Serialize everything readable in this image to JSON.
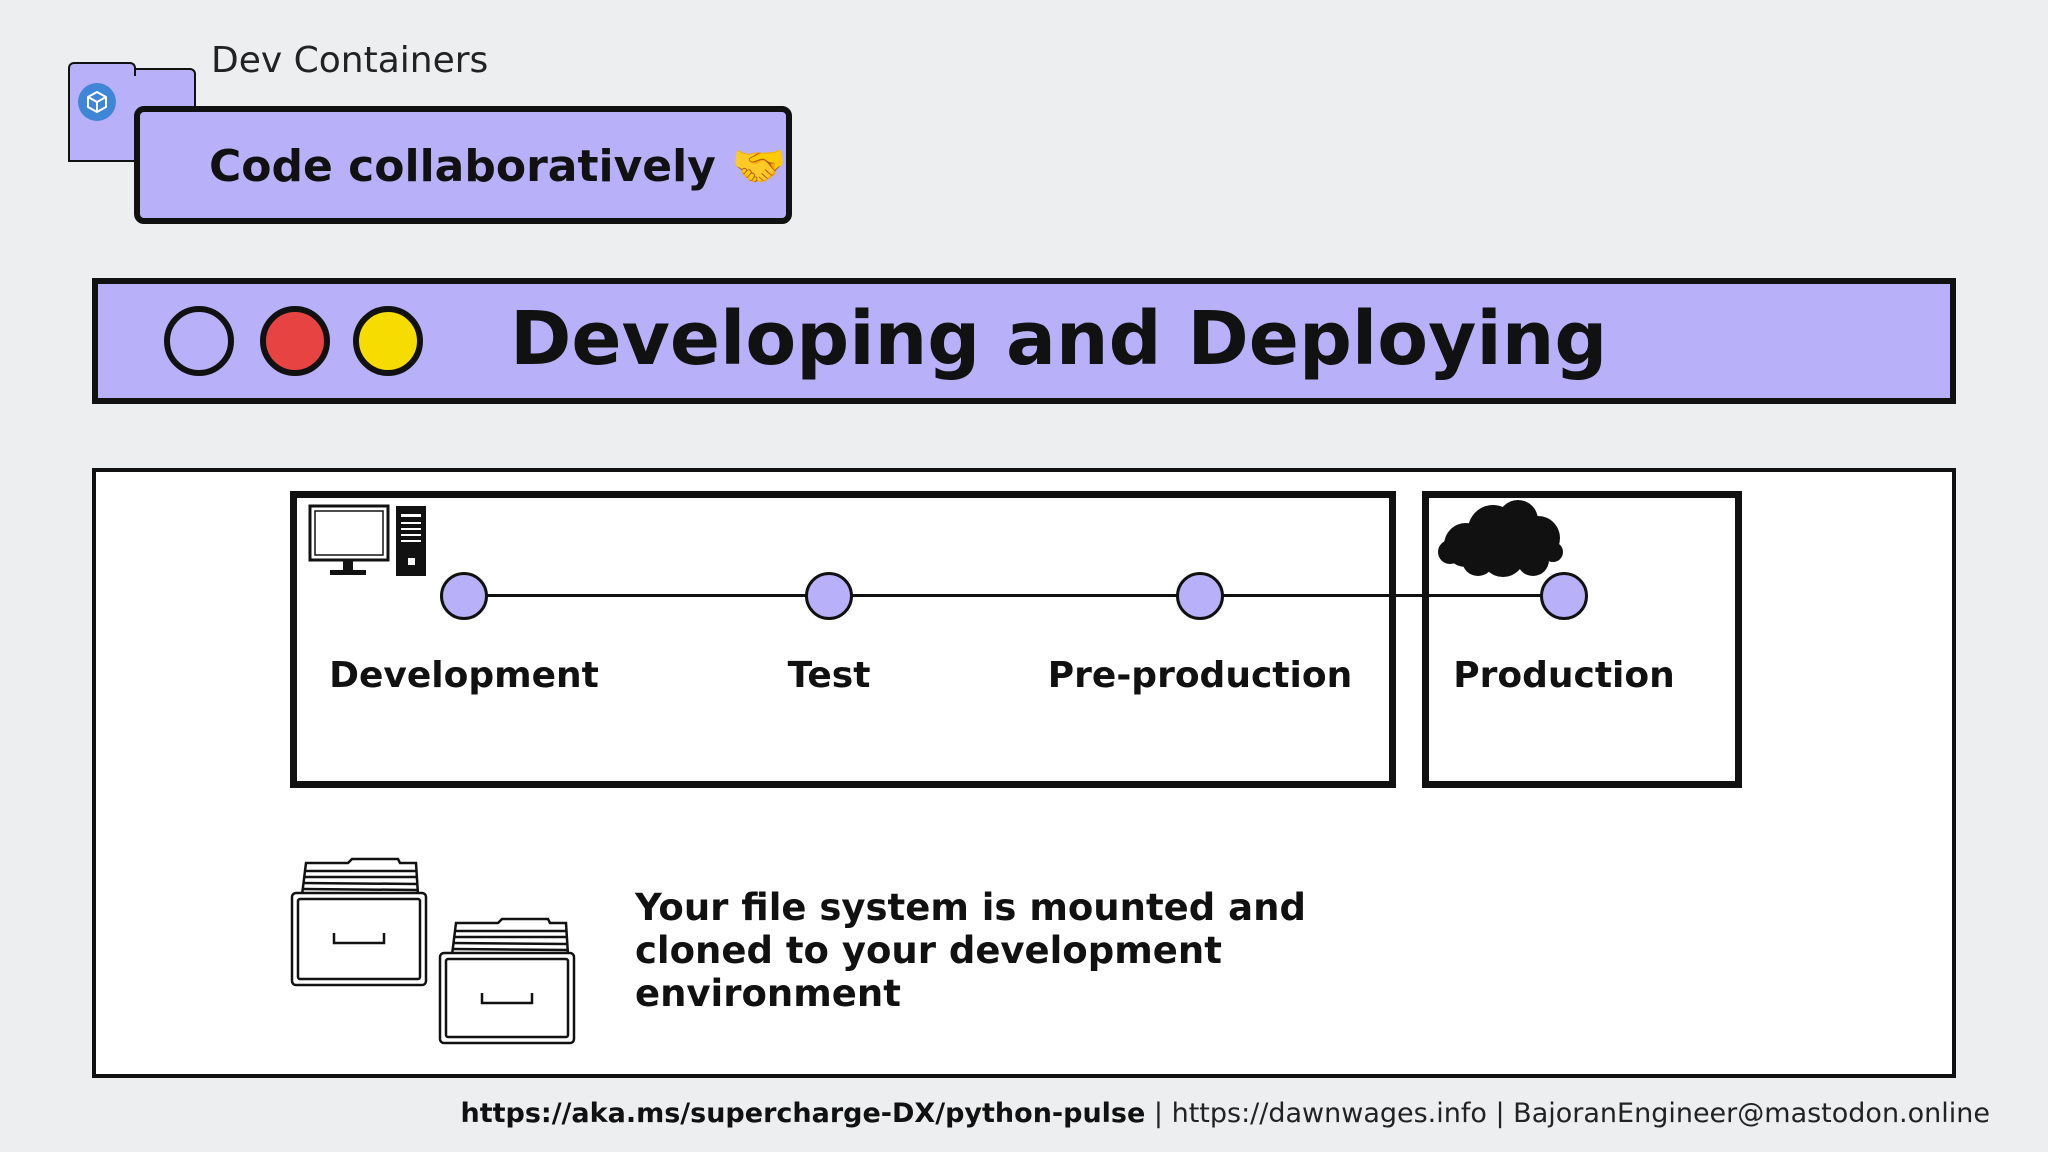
{
  "header": {
    "app_name": "Dev Containers",
    "headline": "Code collaboratively",
    "headline_emoji": "🤝",
    "icon": "cube-icon"
  },
  "banner": {
    "title": "Developing and Deploying",
    "dot_colors": [
      "#b8b0f8",
      "#e84343",
      "#f7dc00"
    ]
  },
  "pipeline": {
    "stages": [
      {
        "label": "Development"
      },
      {
        "label": "Test"
      },
      {
        "label": "Pre-production"
      },
      {
        "label": "Production"
      }
    ],
    "local_icon": "desktop-computer-icon",
    "prod_icon": "cloud-icon"
  },
  "info": {
    "text": "Your file system is mounted and cloned to your development environment",
    "icon": "file-cabinet-icon"
  },
  "footer": {
    "link_bold": "https://aka.ms/supercharge-DX/python-pulse",
    "separator": " | ",
    "site": "https://dawnwages.info",
    "mastodon": "BajoranEngineer@mastodon.online"
  },
  "colors": {
    "accent": "#b8b0f8",
    "background": "#edeef0",
    "ink": "#111111"
  }
}
